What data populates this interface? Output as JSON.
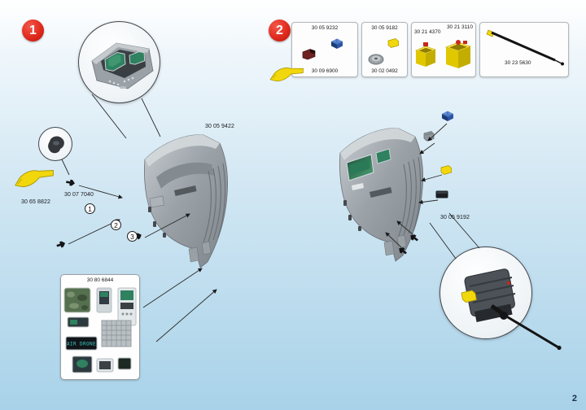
{
  "page": {
    "number": "2"
  },
  "colors": {
    "badge_red": "#e02b1e",
    "tool_yellow": "#f1d70c",
    "brick_blue": "#2b55a4",
    "screen_green": "#2f8160",
    "part_gray": "#9ba2a8",
    "bg_top": "#ffffff",
    "bg_bottom": "#a8d2e9"
  },
  "step1": {
    "badge": "1",
    "shell_part_number": "30 05 9422",
    "tool_part_number": "30 65 8822",
    "pin_part_number": "30 07 7040",
    "sticker_sheet_number": "30 80 6844",
    "callout_1": "1",
    "callout_2": "2",
    "callout_3": "3",
    "sticker_drone_text": "AIR DRONE"
  },
  "step2": {
    "badge": "2",
    "box1": {
      "top_label": "30 05 9232",
      "bottom_label": "30 09 6900"
    },
    "box2": {
      "top_label": "30 05 9182",
      "bottom_label": "30 02 0492"
    },
    "box3": {
      "left_label": "30 21 4370",
      "right_label": "30 21 3110"
    },
    "box4": {
      "label": "30 23 5630"
    },
    "side_part_number": "30 05 9192"
  }
}
